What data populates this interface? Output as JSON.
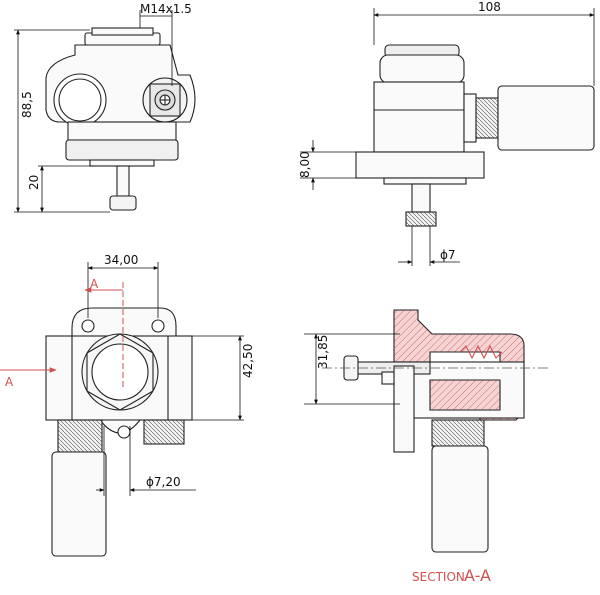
{
  "dimensions": {
    "thread": "M14x1.5",
    "total_height": "88,5",
    "stem_height": "20",
    "overall_length": "108",
    "flange_thickness": "8,00",
    "shaft_diameter": "ϕ7",
    "hole_spacing": "34,00",
    "body_height": "42,50",
    "bore_diameter": "ϕ7,20",
    "section_height": "31,85"
  },
  "section": {
    "marker_top": "A",
    "marker_left": "A",
    "caption_prefix": "SECTION",
    "caption_letters": "A-A"
  },
  "colors": {
    "line": "#222222",
    "section_red": "#d05050",
    "hatch_fill": "#f2c8c8"
  }
}
